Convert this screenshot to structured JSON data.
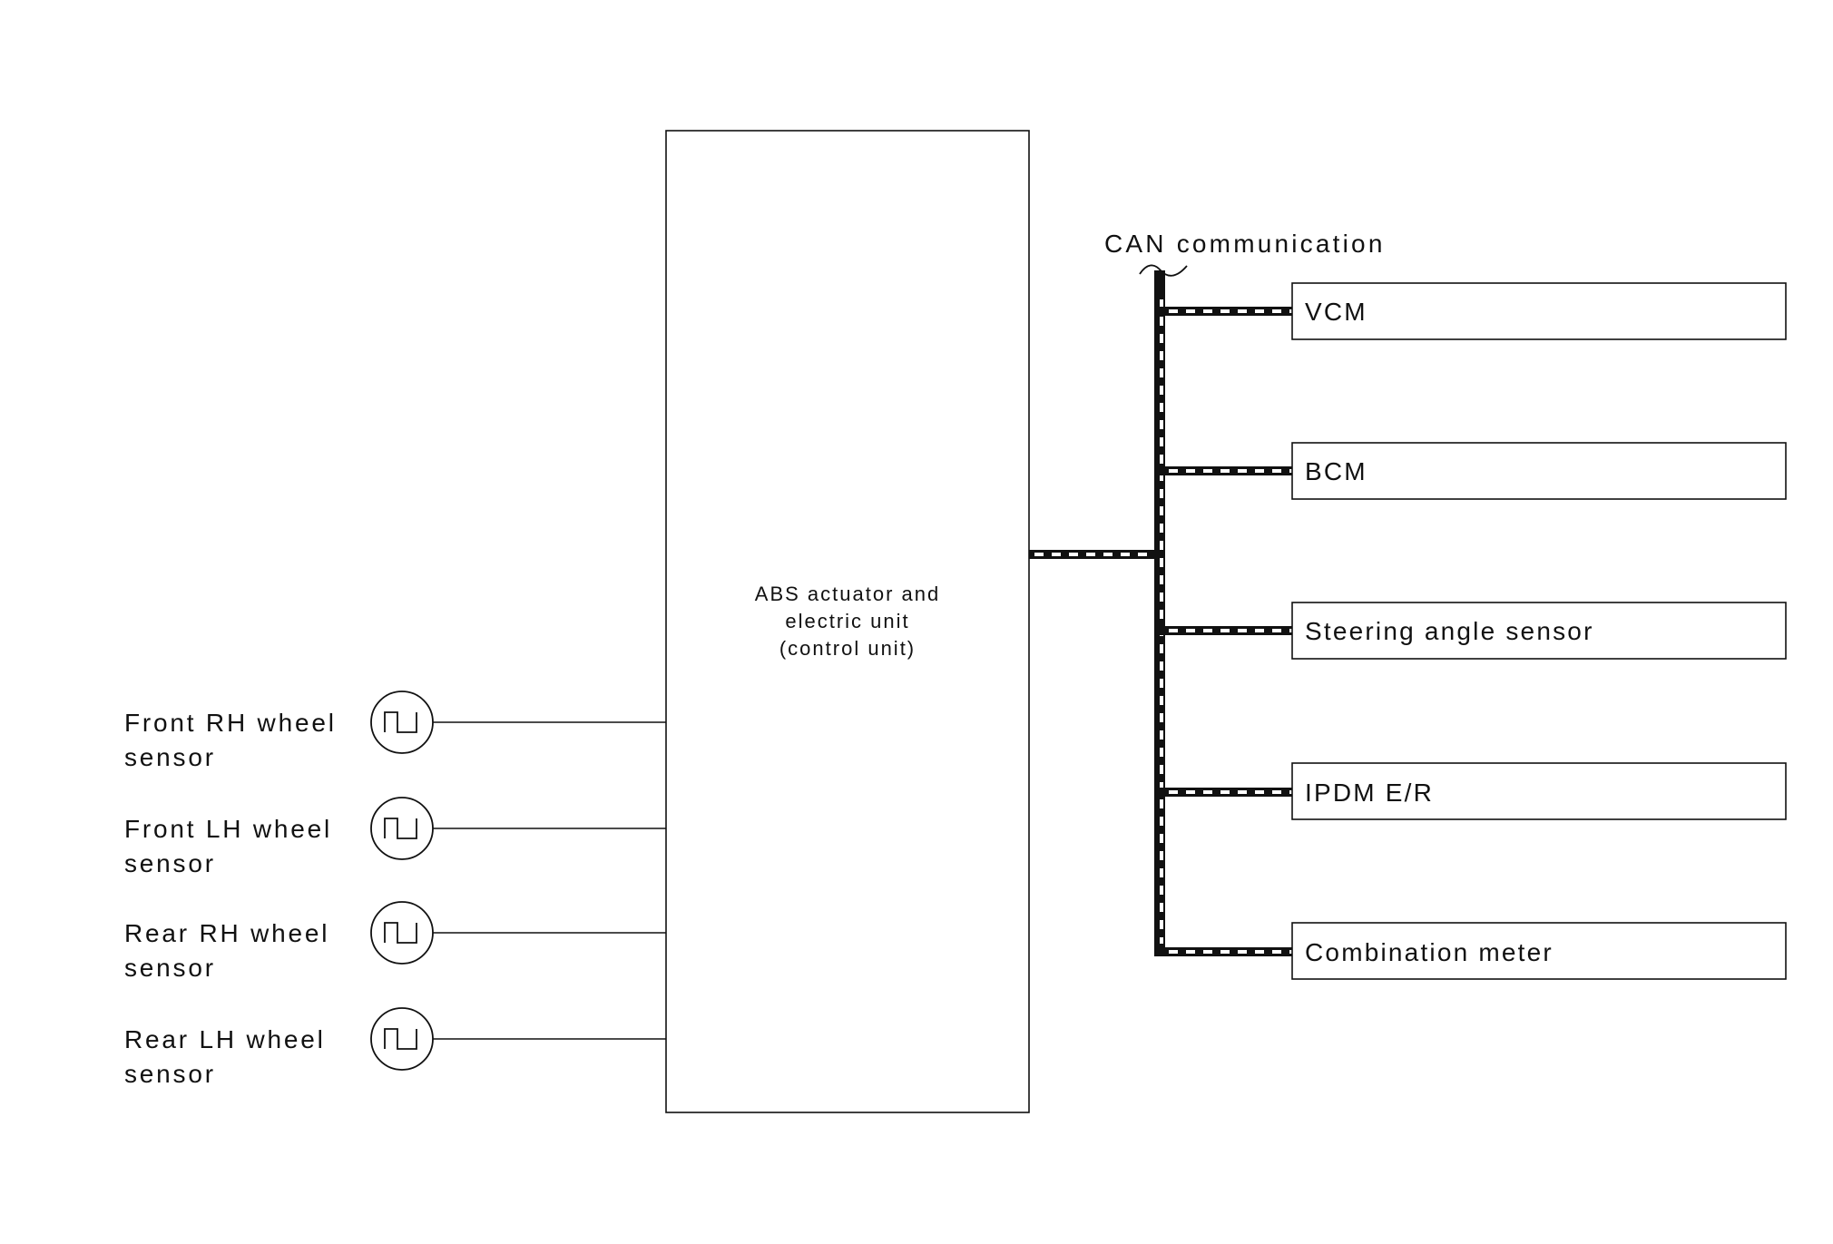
{
  "diagram": {
    "control_unit": {
      "line1": "ABS actuator and",
      "line2": "electric unit",
      "line3": "(control unit)"
    },
    "can_label": "CAN communication",
    "modules": [
      {
        "label": "VCM"
      },
      {
        "label": "BCM"
      },
      {
        "label": "Steering angle sensor"
      },
      {
        "label": "IPDM E/R"
      },
      {
        "label": "Combination meter"
      }
    ],
    "sensors": [
      {
        "line1": "Front RH wheel",
        "line2": "sensor",
        "icon": "square-wave-icon"
      },
      {
        "line1": "Front LH wheel",
        "line2": "sensor",
        "icon": "square-wave-icon"
      },
      {
        "line1": "Rear RH wheel",
        "line2": "sensor",
        "icon": "square-wave-icon"
      },
      {
        "line1": "Rear LH wheel",
        "line2": "sensor",
        "icon": "square-wave-icon"
      }
    ]
  }
}
